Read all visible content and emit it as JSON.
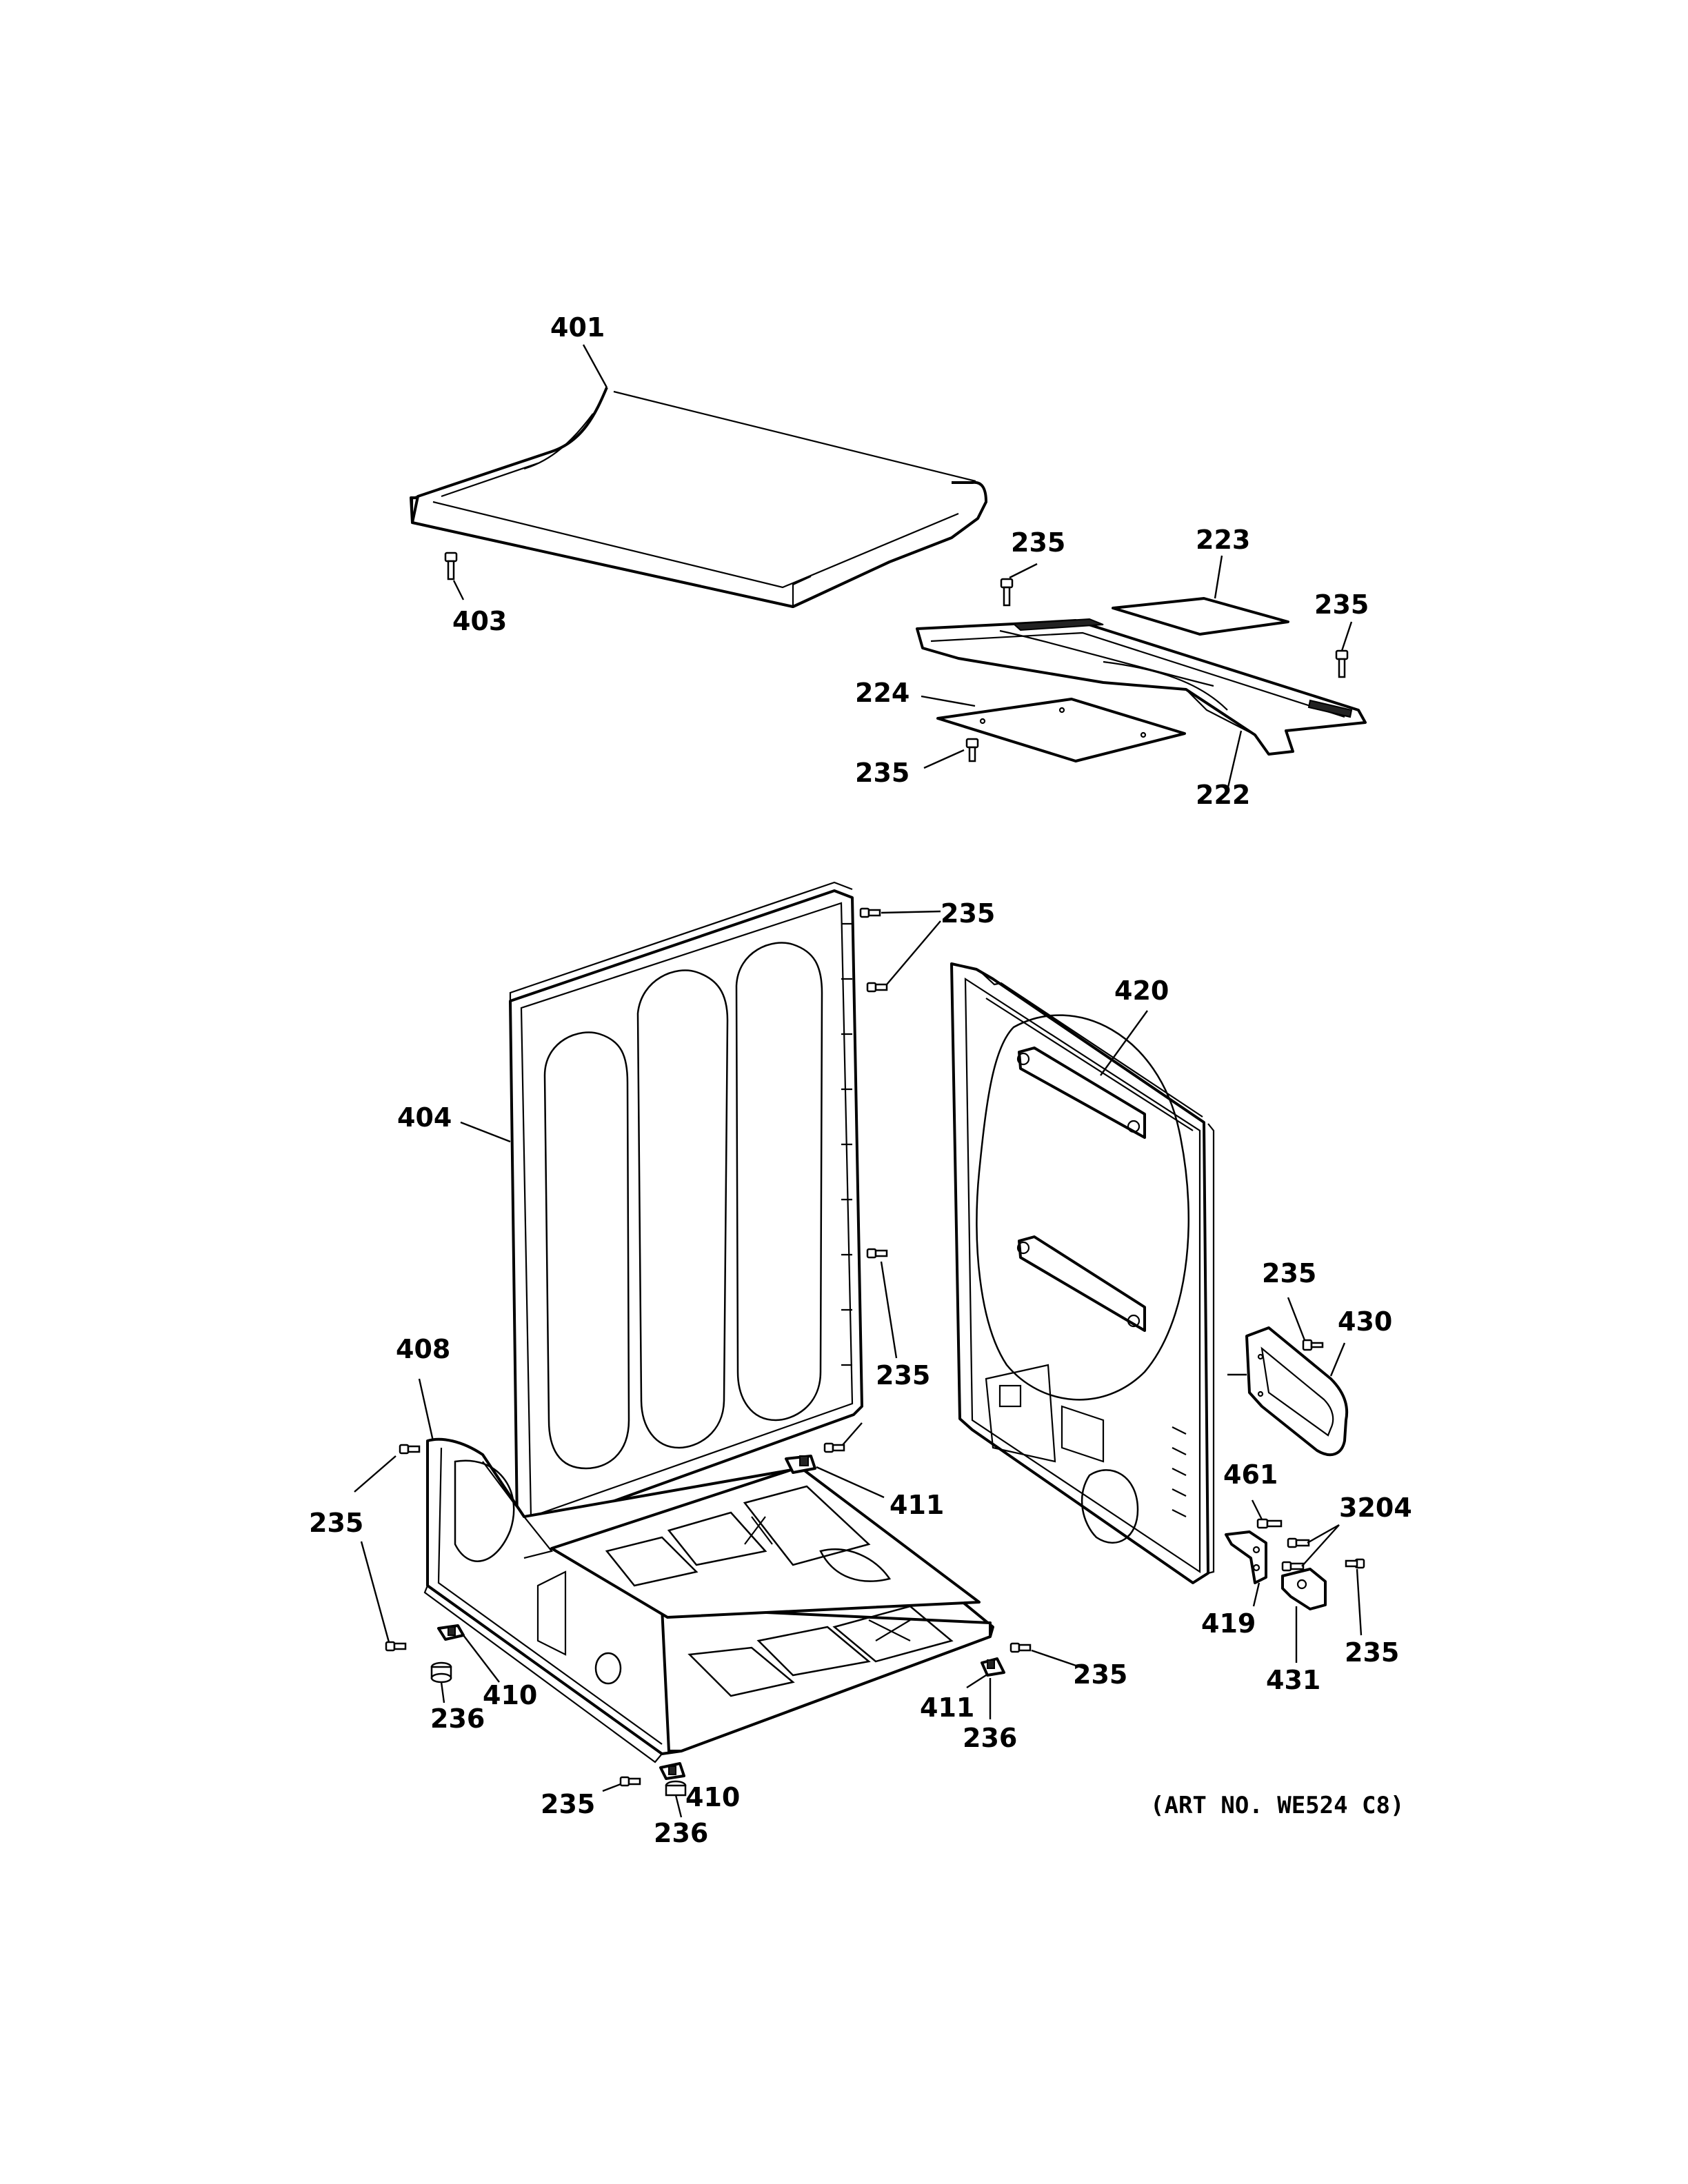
{
  "callouts": {
    "c401": "401",
    "c403": "403",
    "c235_top_a": "235",
    "c223": "223",
    "c235_top_b": "235",
    "c224": "224",
    "c235_top_c": "235",
    "c222": "222",
    "c235_back": "235",
    "c420": "420",
    "c404": "404",
    "c235_side": "235",
    "c430": "430",
    "c408": "408",
    "c235_mid": "235",
    "c411_a": "411",
    "c461": "461",
    "c3204": "3204",
    "c235_left": "235",
    "c419": "419",
    "c235_right": "235",
    "c431": "431",
    "c410_a": "410",
    "c236_a": "236",
    "c235_base_r": "235",
    "c411_b": "411",
    "c236_b": "236",
    "c235_bottom": "235",
    "c410_b": "410",
    "c236_c": "236"
  },
  "art_number": "(ART NO. WE524 C8)"
}
